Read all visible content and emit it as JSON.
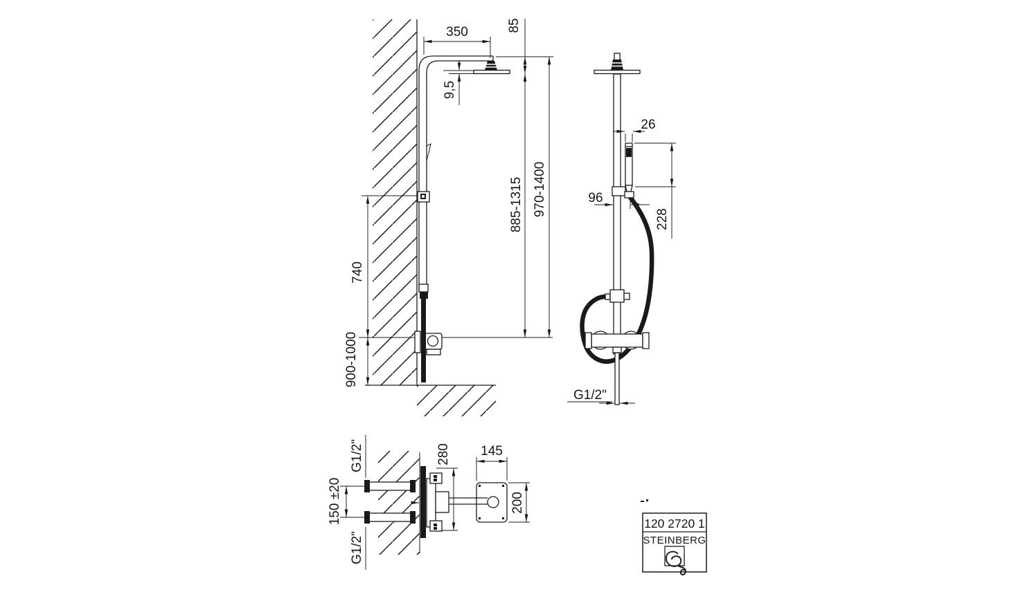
{
  "side_view": {
    "arm_length": "350",
    "head_offset": "85",
    "head_thickness": "9,5",
    "slider_height": "740",
    "mixer_height": "900-1000",
    "head_height_range": "885-1315",
    "overall_height_range": "970-1400"
  },
  "front_view": {
    "hand_shower_width": "26",
    "hand_shower_length": "228",
    "hose_offset": "96",
    "outlet_thread": "G1/2\""
  },
  "plan_view": {
    "supply_spacing": "150 ±20",
    "plate_width": "280",
    "head_width": "145",
    "head_depth": "200",
    "supply_thread_top": "G1/2\"",
    "supply_thread_bottom": "G1/2\""
  },
  "title_block": {
    "article_number": "120 2720 1",
    "brand": "STEINBERG"
  }
}
